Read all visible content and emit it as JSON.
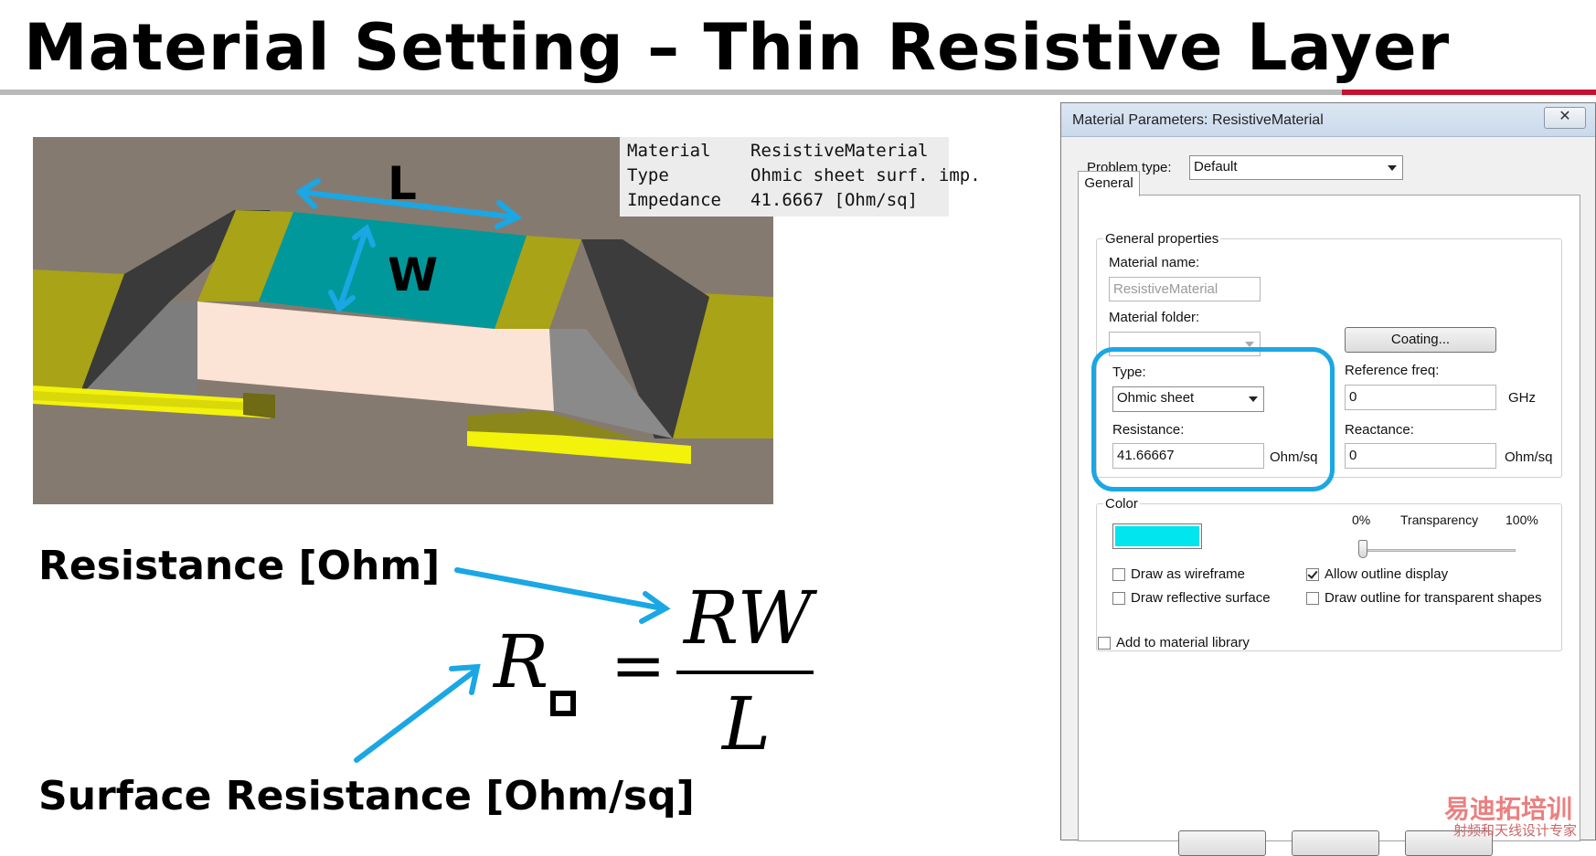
{
  "slide": {
    "title": "Material Setting – Thin Resistive Layer",
    "label_L": "L",
    "label_W": "W",
    "resistance_label": "Resistance [Ohm]",
    "surface_resistance_label": "Surface Resistance [Ohm/sq]",
    "formula": {
      "lhs": "R",
      "eq": "=",
      "numerator": "RW",
      "denominator": "L"
    },
    "watermark": "易迪拓培训",
    "watermark_sub": "射频和天线设计专家"
  },
  "properties": [
    {
      "key": "Material",
      "value": "ResistiveMaterial"
    },
    {
      "key": "Type",
      "value": "Ohmic sheet surf. imp."
    },
    {
      "key": "Impedance",
      "value": "41.6667 [Ohm/sq]"
    }
  ],
  "dialog": {
    "title": "Material Parameters: ResistiveMaterial",
    "close_icon": "close-icon",
    "problem_type_label": "Problem type:",
    "problem_type_value": "Default",
    "tab_general": "General",
    "general_properties_title": "General properties",
    "material_name_label": "Material name:",
    "material_name_value": "ResistiveMaterial",
    "material_folder_label": "Material folder:",
    "coating_button": "Coating...",
    "type_label": "Type:",
    "type_value": "Ohmic sheet",
    "reference_freq_label": "Reference freq:",
    "reference_freq_value": "0",
    "reference_freq_unit": "GHz",
    "resistance_label": "Resistance:",
    "resistance_value": "41.66667",
    "resistance_unit": "Ohm/sq",
    "reactance_label": "Reactance:",
    "reactance_value": "0",
    "reactance_unit": "Ohm/sq",
    "color_group_title": "Color",
    "color_swatch": "#00e5ee",
    "transparency_min": "0%",
    "transparency_label": "Transparency",
    "transparency_max": "100%",
    "transparency_level": 0,
    "checkboxes": {
      "draw_wireframe": {
        "label": "Draw as wireframe",
        "checked": false
      },
      "allow_outline": {
        "label": "Allow outline display",
        "checked": true
      },
      "draw_reflective": {
        "label": "Draw reflective surface",
        "checked": false
      },
      "draw_outline_transparent": {
        "label": "Draw outline for transparent shapes",
        "checked": false
      },
      "add_to_library": {
        "label": "Add to material library",
        "checked": false
      }
    }
  },
  "colors": {
    "highlight": "#1aa7e4",
    "title_rule": "#b9b9b9",
    "accent_red": "#c8102e"
  }
}
